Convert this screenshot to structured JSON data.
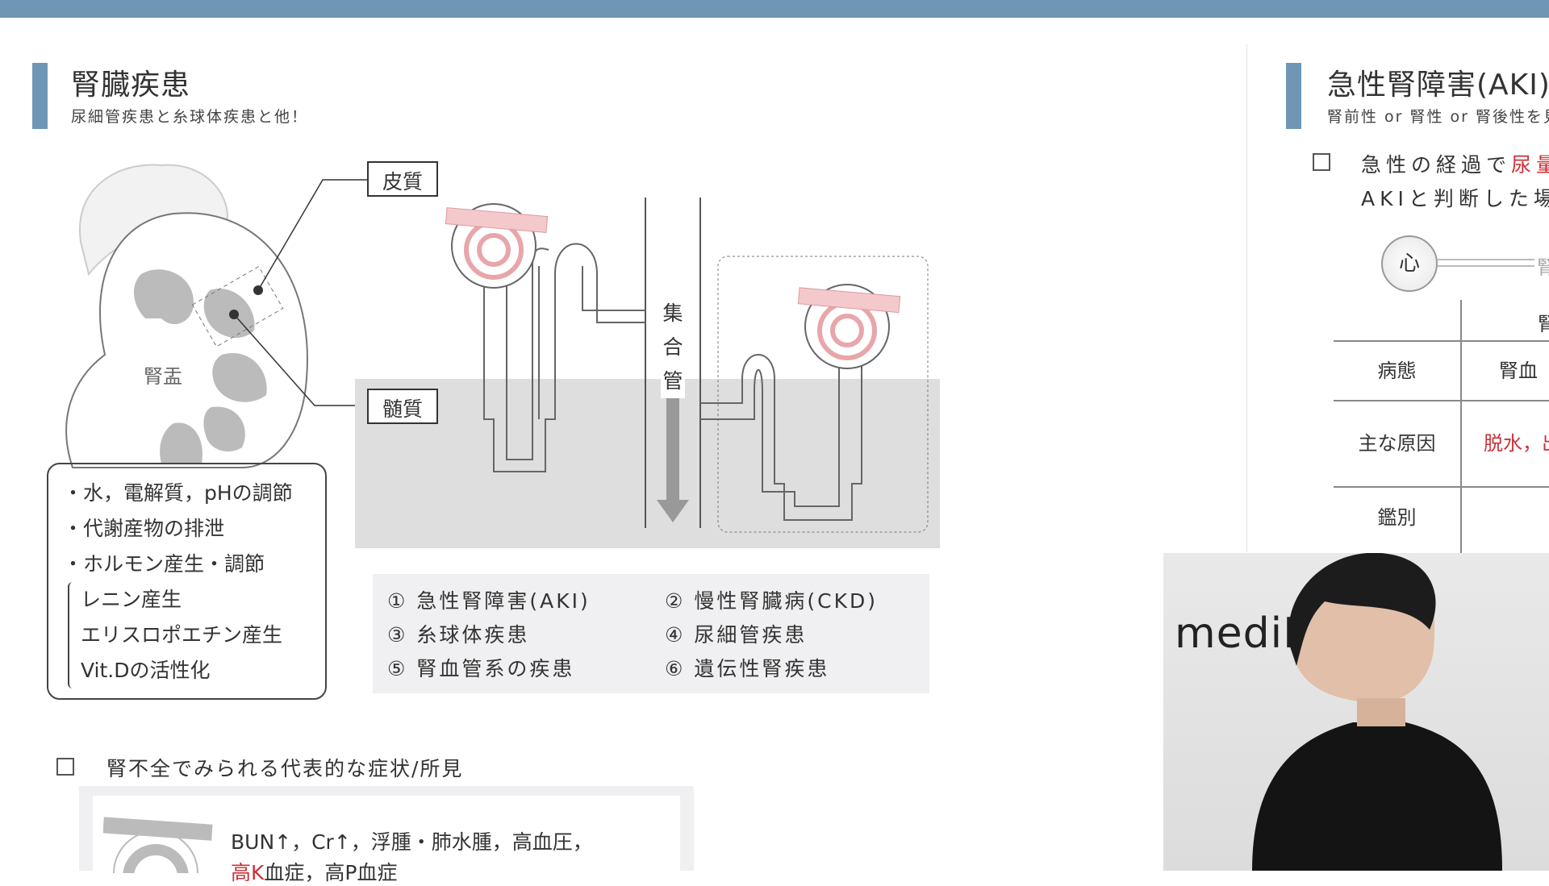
{
  "left": {
    "title": "腎臓疾患",
    "subtitle": "尿細管疾患と糸球体疾患と他！",
    "labels": {
      "cortex": "皮質",
      "medulla": "髄質",
      "pelvis": "腎盂",
      "collecting_duct": [
        "集",
        "合",
        "管"
      ]
    },
    "functions": [
      "・水，電解質，pHの調節",
      "・代謝産物の排泄",
      "・ホルモン産生・調節",
      "レニン産生",
      "エリスロポエチン産生",
      "Vit.Dの活性化"
    ],
    "diseases": [
      "① 急性腎障害(AKI)",
      "② 慢性腎臓病(CKD)",
      "③ 糸球体疾患",
      "④ 尿細管疾患",
      "⑤ 腎血管系の疾患",
      "⑥ 遺伝性腎疾患"
    ],
    "symptoms_heading": "腎不全でみられる代表的な症状/所見",
    "symptoms_line1": "BUN↑，Cr↑，浮腫・肺水腫，高血圧，",
    "symptoms_line2_red": "高K",
    "symptoms_line2_rest": "血症，高P血症"
  },
  "right": {
    "title": "急性腎障害(AKI)",
    "subtitle": "腎前性 or 腎性 or 腎後性を見",
    "check_text_a": "急性の経過で",
    "check_text_red": "尿量",
    "check_text_b": "AKIと判断した場",
    "heart": "心",
    "kidney": "腎",
    "table": {
      "header": "腎",
      "rows": [
        {
          "label": "病態",
          "value": "腎血"
        },
        {
          "label": "主な原因",
          "value": "脱水，出"
        },
        {
          "label": "鑑別",
          "value": ""
        }
      ]
    }
  },
  "webcam": {
    "logo": "mediL"
  },
  "colors": {
    "accent": "#6f97b5",
    "red": "#c8333a",
    "glomerulus": "#e8a6aa"
  }
}
